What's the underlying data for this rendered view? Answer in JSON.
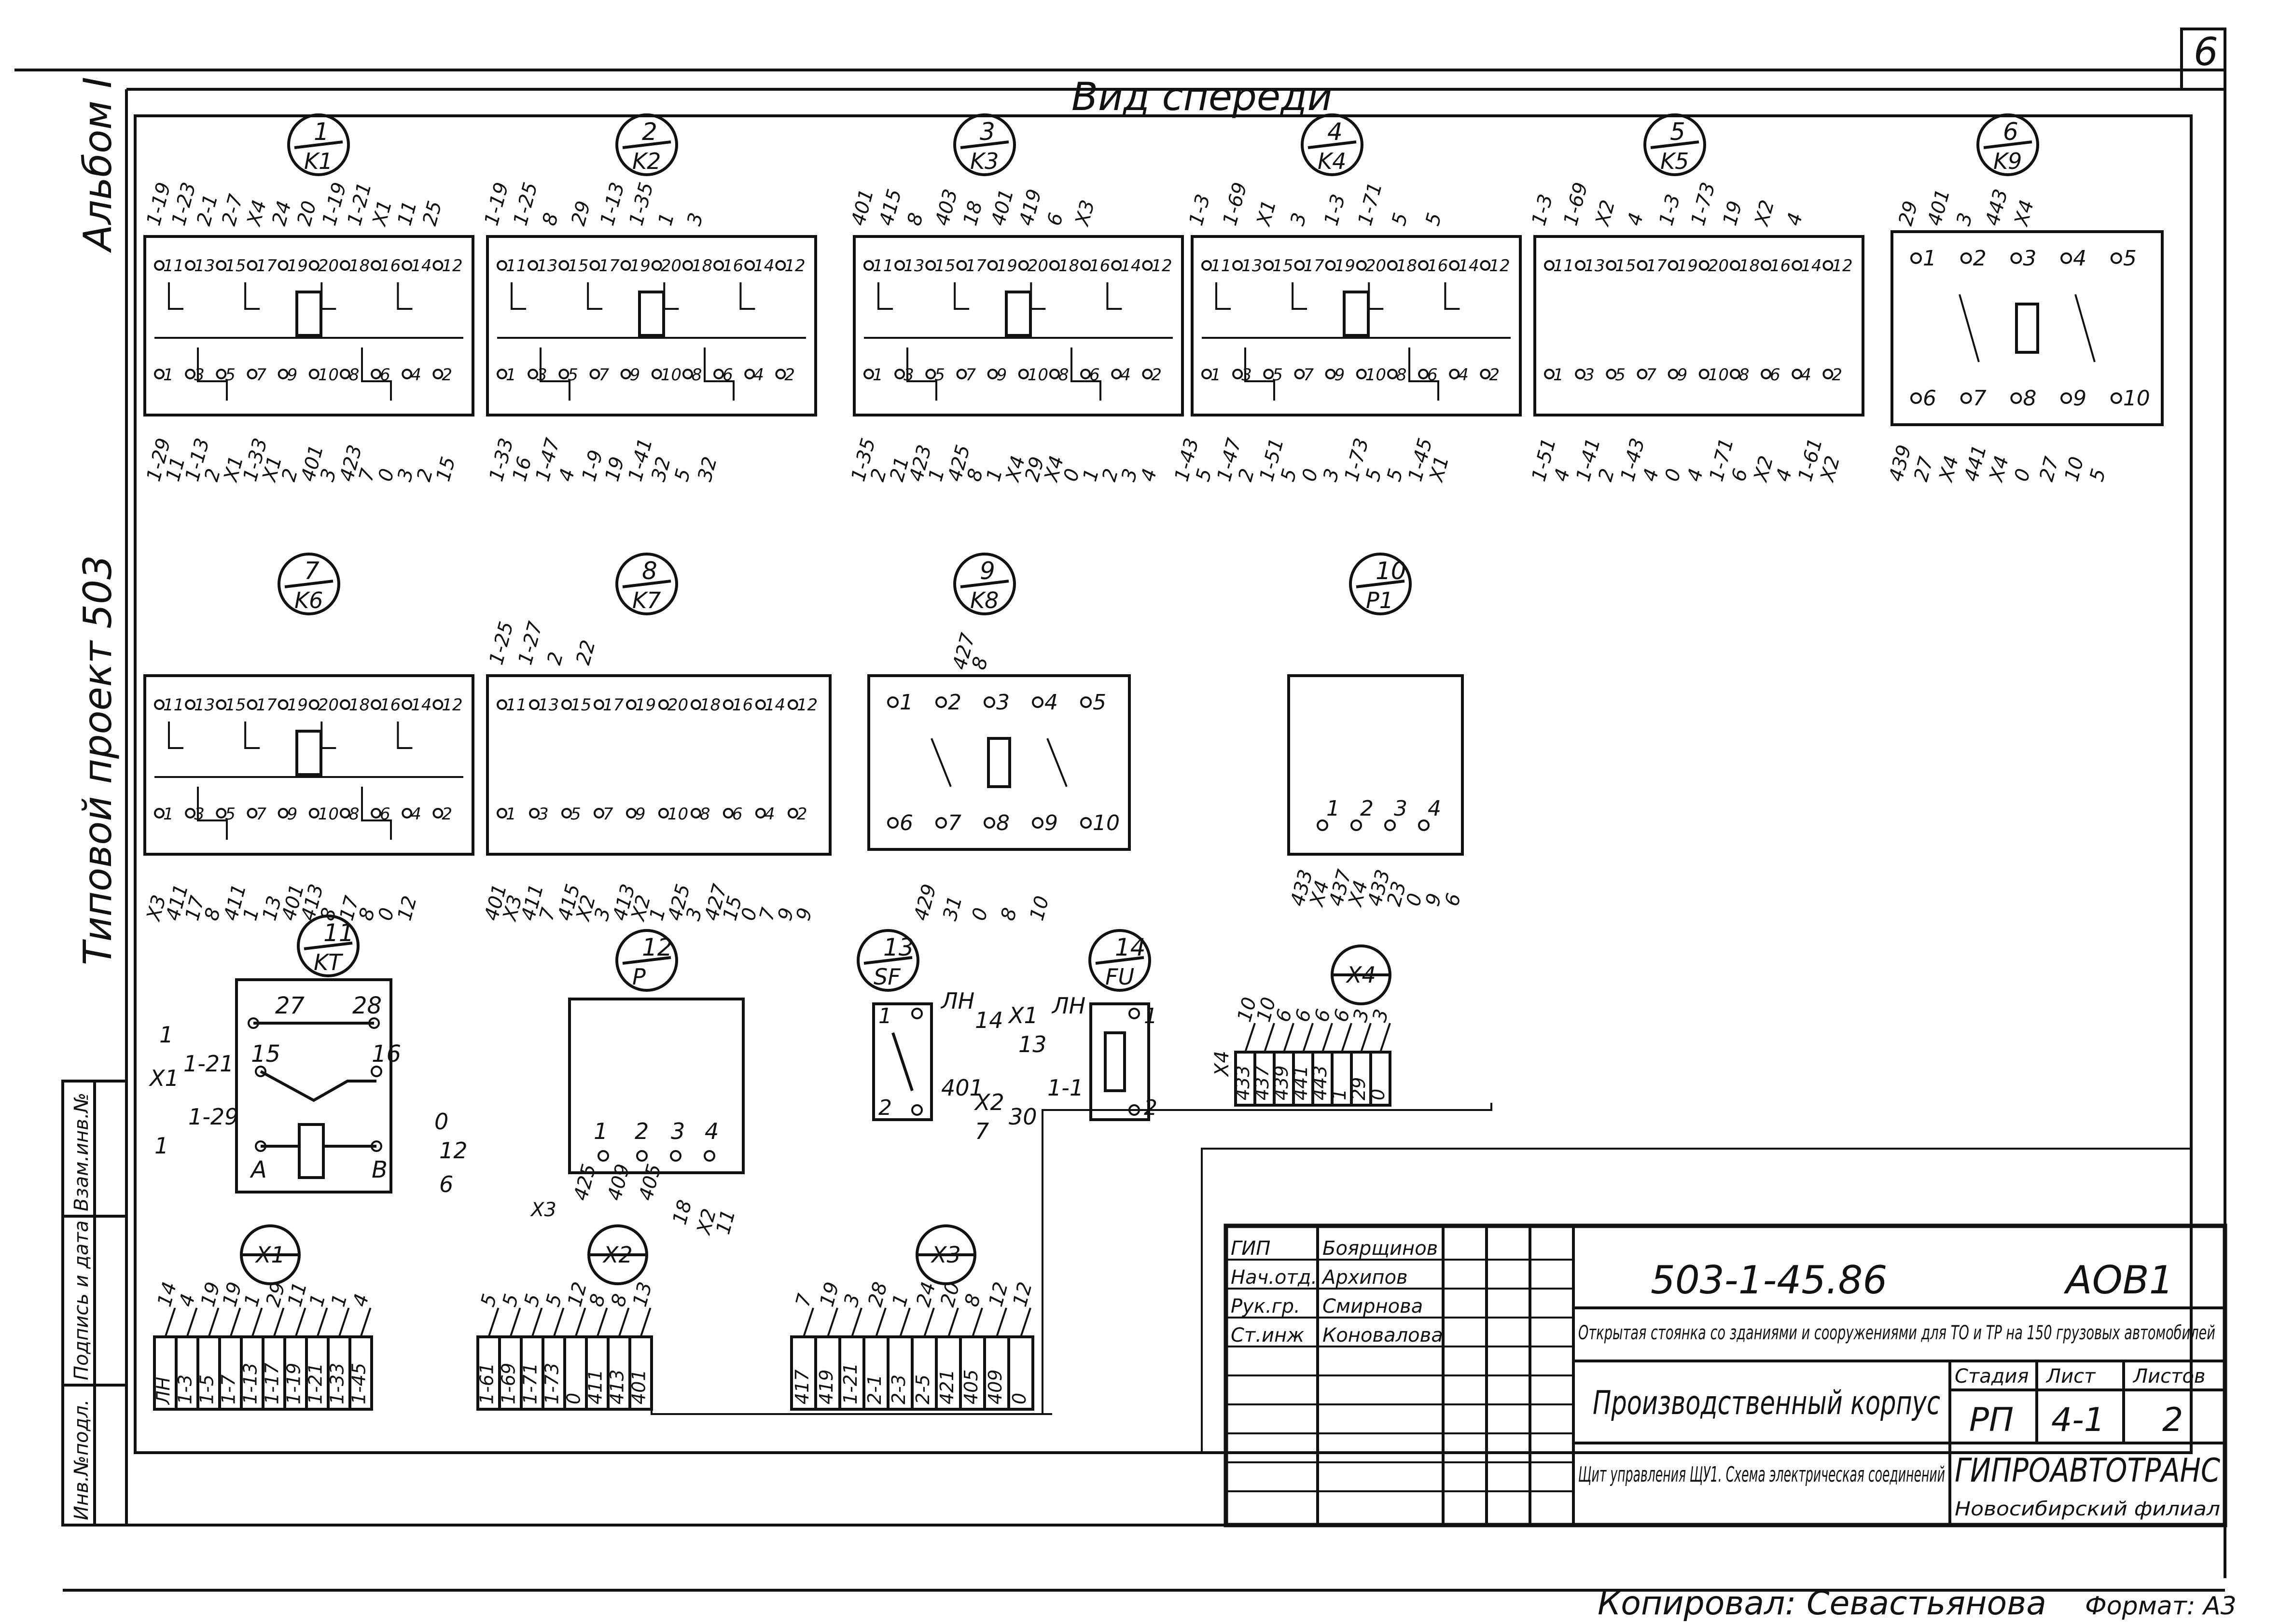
{
  "sheet_number": "6",
  "view_label": "Вид спереди",
  "album_label": "Альбом Ⅰ",
  "project_label": "Типовой проект 503",
  "side_strip": [
    "Инв.№подл.",
    "Подпись и дата",
    "Взам.инв.№"
  ],
  "devices": [
    {
      "num": "1",
      "code": "K1"
    },
    {
      "num": "2",
      "code": "K2"
    },
    {
      "num": "3",
      "code": "K3"
    },
    {
      "num": "4",
      "code": "K4"
    },
    {
      "num": "5",
      "code": "K5"
    },
    {
      "num": "6",
      "code": "K9"
    },
    {
      "num": "7",
      "code": "K6"
    },
    {
      "num": "8",
      "code": "K7"
    },
    {
      "num": "9",
      "code": "K8"
    },
    {
      "num": "10",
      "code": "P1"
    },
    {
      "num": "11",
      "code": "KT"
    },
    {
      "num": "12",
      "code": "P"
    },
    {
      "num": "13",
      "code": "SF"
    },
    {
      "num": "14",
      "code": "FU"
    }
  ],
  "connectors": [
    "X1",
    "X2",
    "X3",
    "X4"
  ],
  "relay_top_pins": [
    "11",
    "13",
    "15",
    "17",
    "19",
    "20",
    "18",
    "16",
    "14",
    "12"
  ],
  "relay_bottom_pins": [
    "1",
    "3",
    "5",
    "7",
    "9",
    "10",
    "8",
    "6",
    "4",
    "2"
  ],
  "small_top_pins": [
    "1",
    "2",
    "3",
    "4",
    "5"
  ],
  "small_bottom_pins": [
    "6",
    "7",
    "8",
    "9",
    "10"
  ],
  "top_wires": {
    "k1": [
      "1-19",
      "1-23",
      "2-1",
      "2-7",
      "X4",
      "24",
      "20",
      "1-19",
      "1-21",
      "X1",
      "11",
      "25"
    ],
    "k2": [
      "1-19",
      "1-25",
      "8",
      "29",
      "1-13",
      "1-35",
      "1",
      "3"
    ],
    "k3": [
      "401",
      "415",
      "8",
      "403",
      "18",
      "401",
      "419",
      "6",
      "X3"
    ],
    "k4": [
      "1-3",
      "1-69",
      "X1",
      "3",
      "1-3",
      "1-71",
      "5",
      "5"
    ],
    "k5": [
      "1-3",
      "1-69",
      "X2",
      "4",
      "1-3",
      "1-73",
      "19",
      "X2",
      "4"
    ],
    "k9": [
      "29",
      "401",
      "3",
      "443",
      "X4"
    ],
    "k7": [
      "1-25",
      "1-27",
      "2",
      "22"
    ],
    "k8": [
      "427",
      "8"
    ]
  },
  "bottom_wires": {
    "k1": [
      "1-29",
      "11",
      "1-13",
      "2",
      "X1",
      "1-33",
      "X1",
      "2",
      "401",
      "3",
      "423",
      "7",
      "0",
      "3",
      "2",
      "15"
    ],
    "k2": [
      "1-33",
      "16",
      "1-47",
      "4",
      "1-9",
      "19",
      "1-41",
      "32",
      "5",
      "32"
    ],
    "k3": [
      "1-35",
      "2",
      "21",
      "423",
      "1",
      "425",
      "8",
      "1",
      "X4",
      "29",
      "X4",
      "0",
      "1",
      "2",
      "3",
      "4"
    ],
    "k4": [
      "1-43",
      "5",
      "1-47",
      "2",
      "1-51",
      "5",
      "0",
      "3",
      "1-73",
      "5",
      "5",
      "1-45",
      "X1"
    ],
    "k5": [
      "1-51",
      "4",
      "1-41",
      "2",
      "1-43",
      "4",
      "0",
      "4",
      "1-71",
      "6",
      "X2",
      "4",
      "1-61",
      "X2"
    ],
    "k9": [
      "439",
      "27",
      "X4",
      "441",
      "X4",
      "0",
      "27",
      "10",
      "5"
    ],
    "k6": [
      "X3",
      "411",
      "17",
      "8",
      "411",
      "1",
      "13",
      "401",
      "413",
      "8",
      "17",
      "8",
      "0",
      "12"
    ],
    "k7": [
      "401",
      "X3",
      "411",
      "7",
      "415",
      "X2",
      "3",
      "413",
      "X2",
      "1",
      "425",
      "3",
      "427",
      "15",
      "0",
      "7",
      "9",
      "9"
    ],
    "k8": [
      "429",
      "31",
      "0",
      "8",
      "10"
    ],
    "p1": [
      "433",
      "X4",
      "437",
      "X4",
      "433",
      "23",
      "0",
      "9",
      "6"
    ]
  },
  "kt": {
    "pins": [
      "27",
      "28",
      "15",
      "16",
      "A",
      "B"
    ],
    "wires": [
      "1",
      "1-21",
      "X1",
      "1-29",
      "1",
      "0",
      "12",
      "6"
    ]
  },
  "p_relay": {
    "pins": [
      "1",
      "2",
      "3",
      "4"
    ],
    "wires": [
      "X3",
      "425",
      "409",
      "405",
      "18",
      "X2",
      "11"
    ]
  },
  "sf": {
    "pins": [
      "1",
      "2"
    ],
    "wires": [
      "ЛН",
      "14",
      "401",
      "X2",
      "7"
    ]
  },
  "fu": {
    "pins": [
      "1",
      "2"
    ],
    "wires": [
      "X1",
      "ЛН",
      "13",
      "1-1",
      "30"
    ]
  },
  "x4_block": {
    "top": [
      "10",
      "10",
      "6",
      "6",
      "6",
      "6",
      "3",
      "3"
    ],
    "cells": [
      "433",
      "437",
      "439",
      "441",
      "443",
      "1",
      "29",
      "0"
    ],
    "label": "X4"
  },
  "x1_block": {
    "top": [
      "14",
      "4",
      "19",
      "19",
      "1",
      "29",
      "11",
      "1",
      "1",
      "4"
    ],
    "cells": [
      "ЛН",
      "1-3",
      "1-5",
      "1-7",
      "1-13",
      "1-17",
      "1-19",
      "1-21",
      "1-33",
      "1-45"
    ]
  },
  "x2_block": {
    "top": [
      "5",
      "5",
      "5",
      "5",
      "12",
      "8",
      "8",
      "13"
    ],
    "cells": [
      "1-61",
      "1-69",
      "1-71",
      "1-73",
      "0",
      "411",
      "413",
      "401"
    ]
  },
  "x3_block": {
    "top": [
      "7",
      "19",
      "3",
      "28",
      "1",
      "24",
      "20",
      "8",
      "12",
      "12"
    ],
    "cells": [
      "417",
      "419",
      "1-21",
      "2-1",
      "2-3",
      "2-5",
      "421",
      "405",
      "409",
      "0"
    ]
  },
  "title_block": {
    "code": "503-1-45.86",
    "mark": "АОВ1",
    "roles": [
      "ГИП",
      "Нач.отд.",
      "Рук.гр.",
      "Ст.инж"
    ],
    "names": [
      "Боярщинов",
      "Архипов",
      "Смирнова",
      "Коновалова"
    ],
    "object_title": "Открытая стоянка со зданиями и сооружениями для ТО и ТР на 150 грузовых автомобилей",
    "building": "Производственный корпус",
    "sheet_title": "Щит управления ЩУ1. Схема электрическая соединений",
    "stage_header": "Стадия",
    "sheet_header": "Лист",
    "sheets_header": "Листов",
    "stage": "РП",
    "sheet": "4-1",
    "sheets": "2",
    "org": "ГИПРОАВТОТРАНС",
    "branch": "Новосибирский филиал"
  },
  "copied_by": "Копировал: Севастьянова",
  "format": "Формат: А3"
}
